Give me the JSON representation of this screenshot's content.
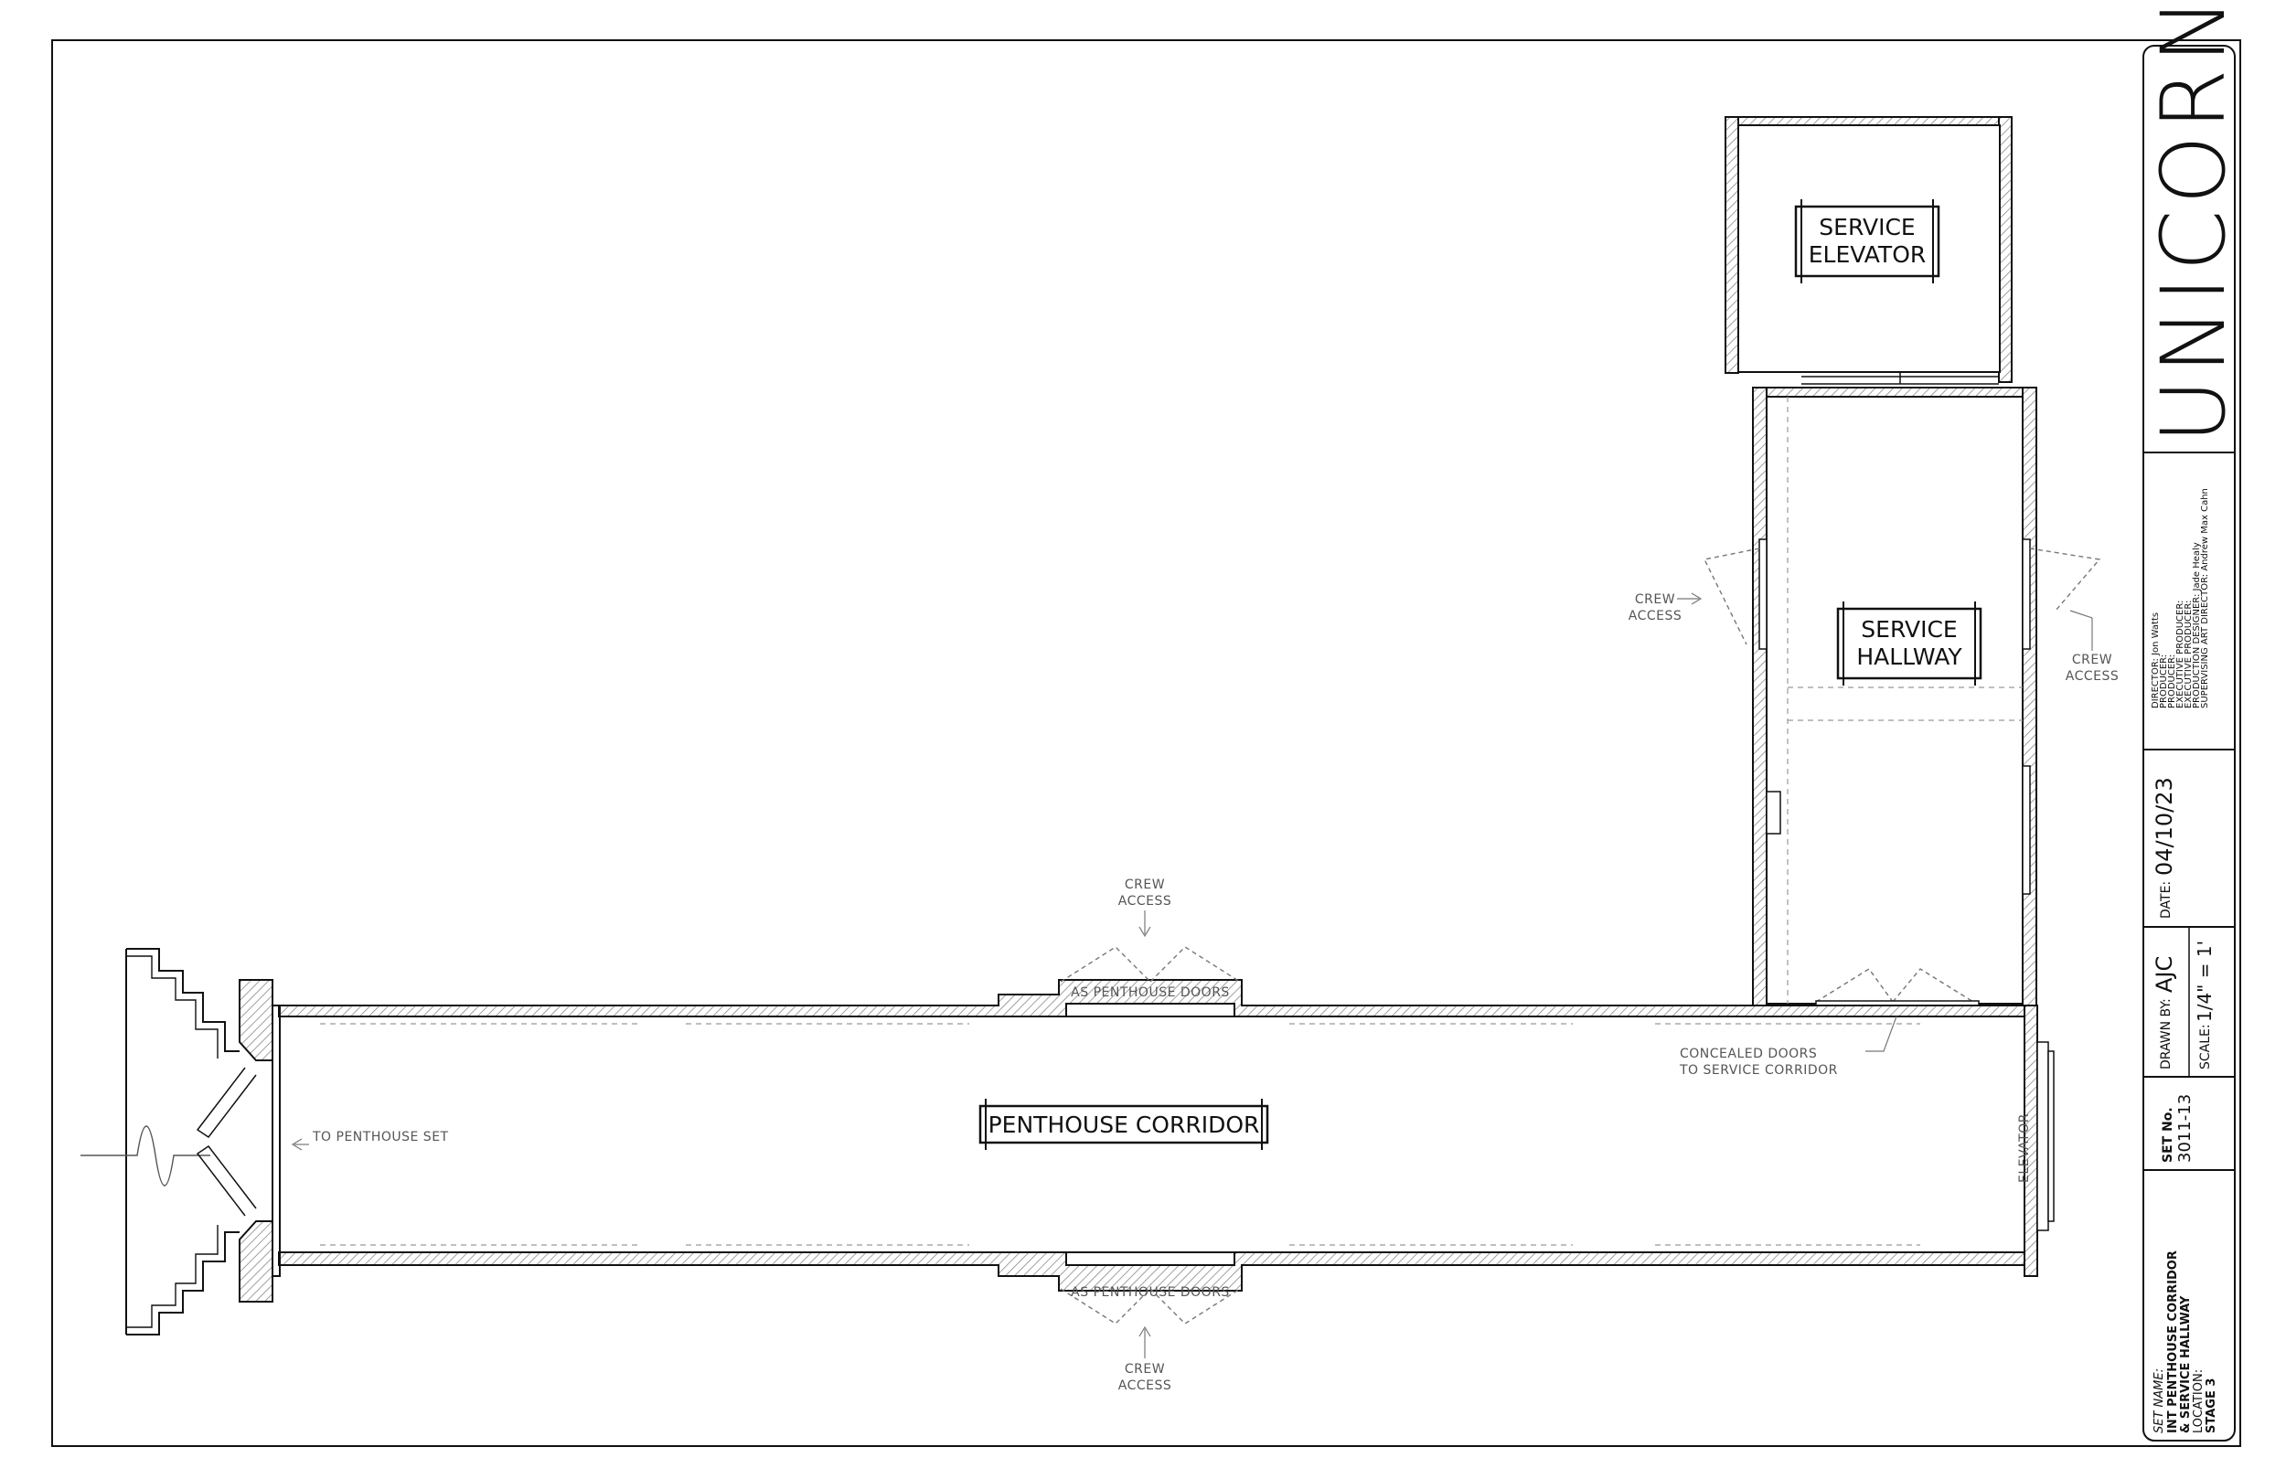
{
  "logo": {
    "text": "UNICORN"
  },
  "rooms": {
    "penthouse_corridor": "PENTHOUSE CORRIDOR",
    "service_elevator_line1": "SERVICE",
    "service_elevator_line2": "ELEVATOR",
    "service_hallway_line1": "SERVICE",
    "service_hallway_line2": "HALLWAY"
  },
  "notes": {
    "crew_access_line1": "CREW",
    "crew_access_line2": "ACCESS",
    "as_penthouse_doors": "AS PENTHOUSE DOORS",
    "to_penthouse_set": "TO PENTHOUSE SET",
    "concealed_doors_line1": "CONCEALED DOORS",
    "concealed_doors_line2": "TO SERVICE CORRIDOR",
    "elevator": "ELEVATOR"
  },
  "title_block": {
    "credits": [
      "DIRECTOR: Jon Watts",
      "PRODUCER:",
      "PRODUCER:",
      "EXECUTIVE PRODUCER:",
      "EXECUTIVE PRODUCER:",
      "PRODUCTION DESIGNER: Jade Healy",
      "SUPERVISING ART DIRECTOR: Andrew Max Cahn"
    ],
    "date_label": "DATE:",
    "date_value": "04/10/23",
    "drawn_by_label": "DRAWN BY:",
    "drawn_by_value": "AJC",
    "scale_label": "SCALE:",
    "scale_value": "1/4\" = 1'",
    "set_no_label": "SET No.",
    "set_no_value": "3011-13",
    "set_name_label": "SET NAME:",
    "set_name_line1": "INT PENTHOUSE CORRIDOR",
    "set_name_line2": "& SERVICE HALLWAY",
    "location_label": "LOCATION:",
    "location_value": "STAGE 3"
  }
}
